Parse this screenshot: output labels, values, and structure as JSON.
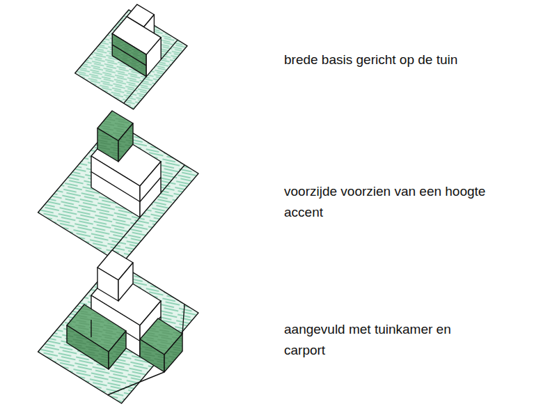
{
  "diagram": {
    "labels": [
      "brede basis gericht op de tuin",
      "voorzijde voorzien van een hoogte accent",
      "aangevuld met tuinkamer en carport"
    ]
  }
}
